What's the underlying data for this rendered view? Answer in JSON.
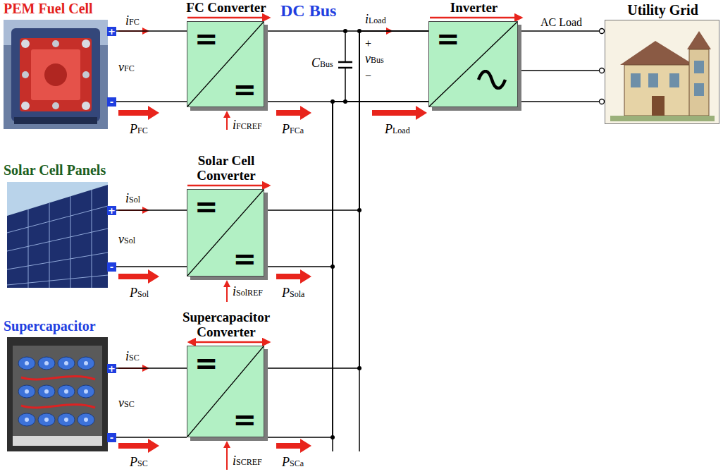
{
  "diagram": {
    "nodes": [
      {
        "text": [
          "PEM Fuel Cell"
        ]
      },
      {
        "text": [
          "FC Converter",
          "=",
          "="
        ]
      },
      {
        "text": [
          "Inverter",
          "="
        ]
      },
      {
        "text": [
          "Utility Grid"
        ]
      },
      {
        "text": [
          "Solar Cell Panels"
        ]
      },
      {
        "text": [
          "Solar Cell Converter",
          "=",
          "="
        ]
      },
      {
        "text": [
          "Supercapacitor"
        ]
      },
      {
        "text": [
          "Supercapacitor Converter",
          "=",
          "="
        ]
      }
    ],
    "edges": [
      {
        "from": 0,
        "to": 1,
        "arrow": "none"
      },
      {
        "from": 1,
        "to": 2,
        "arrow": "none"
      },
      {
        "from": 4,
        "to": 5,
        "arrow": "none"
      },
      {
        "from": 5,
        "to": 2,
        "arrow": "none"
      },
      {
        "from": 6,
        "to": 7,
        "arrow": "none"
      },
      {
        "from": 7,
        "to": 2,
        "arrow": "none"
      },
      {
        "from": 2,
        "to": 3,
        "arrow": "none",
        "label": "AC Load"
      }
    ],
    "labels": [
      "+",
      "-",
      "iFC",
      "vFC",
      "PFC",
      "iFCREF",
      "PFCa",
      "DC Bus",
      "iLoad",
      "CBus",
      "+",
      "vBus",
      "−",
      "PLoad",
      "+",
      "-",
      "iSol",
      "vSol",
      "PSol",
      "iSolREF",
      "PSola",
      "+",
      "-",
      "iSC",
      "vSC",
      "PSC",
      "iSCREF",
      "PSCa"
    ]
  }
}
